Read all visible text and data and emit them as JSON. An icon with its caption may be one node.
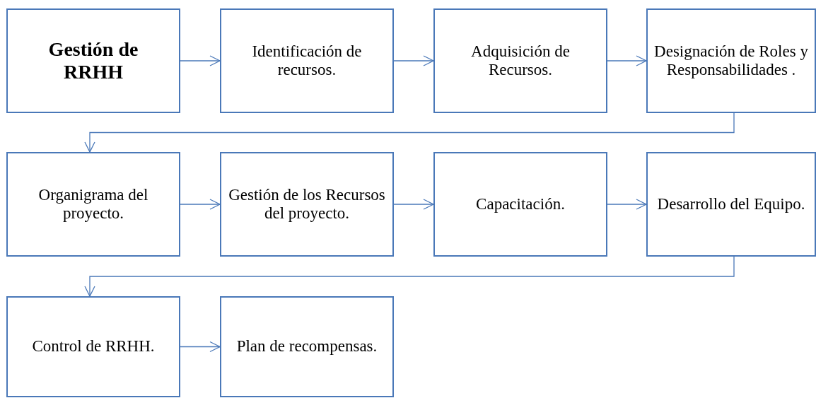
{
  "diagram": {
    "nodes": [
      {
        "text": [
          "Gestión de RRHH"
        ]
      },
      {
        "text": [
          "Identificación de recursos."
        ]
      },
      {
        "text": [
          "Adquisición de Recursos."
        ]
      },
      {
        "text": [
          "Designación de Roles y Responsabilidades ."
        ]
      },
      {
        "text": [
          "Organigrama del proyecto."
        ]
      },
      {
        "text": [
          "Gestión de los Recursos del proyecto."
        ]
      },
      {
        "text": [
          "Capacitación."
        ]
      },
      {
        "text": [
          "Desarrollo del Equipo."
        ]
      },
      {
        "text": [
          "Control de RRHH."
        ]
      },
      {
        "text": [
          "Plan de recompensas."
        ]
      }
    ],
    "edges": [
      {
        "from": 0,
        "to": 1,
        "arrow": "to"
      },
      {
        "from": 1,
        "to": 2,
        "arrow": "to"
      },
      {
        "from": 2,
        "to": 3,
        "arrow": "to"
      },
      {
        "from": 3,
        "to": 4,
        "arrow": "to"
      },
      {
        "from": 4,
        "to": 5,
        "arrow": "to"
      },
      {
        "from": 5,
        "to": 6,
        "arrow": "to"
      },
      {
        "from": 6,
        "to": 7,
        "arrow": "to"
      },
      {
        "from": 7,
        "to": 8,
        "arrow": "to"
      },
      {
        "from": 8,
        "to": 9,
        "arrow": "to"
      }
    ]
  }
}
